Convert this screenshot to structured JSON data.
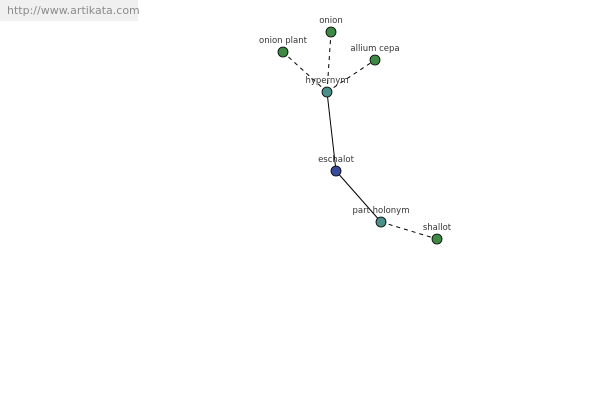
{
  "watermark": {
    "url": "http://www.artikata.com"
  },
  "colors": {
    "center": "#3a4a9a",
    "relation": "#4a8f8a",
    "leaf": "#3e8a44",
    "stroke": "#000000",
    "line": "#000000"
  },
  "graph": {
    "nodes": [
      {
        "id": "eschalot",
        "label": "eschalot",
        "kind": "center"
      },
      {
        "id": "hypernym",
        "label": "hypernym",
        "kind": "relation"
      },
      {
        "id": "part-holonym",
        "label": "part holonym",
        "kind": "relation"
      },
      {
        "id": "onion",
        "label": "onion",
        "kind": "leaf"
      },
      {
        "id": "onion-plant",
        "label": "onion plant",
        "kind": "leaf"
      },
      {
        "id": "allium-cepa",
        "label": "allium cepa",
        "kind": "leaf"
      },
      {
        "id": "shallot",
        "label": "shallot",
        "kind": "leaf"
      }
    ],
    "edges": [
      {
        "from": "eschalot",
        "to": "hypernym",
        "style": "solid"
      },
      {
        "from": "eschalot",
        "to": "part-holonym",
        "style": "solid"
      },
      {
        "from": "hypernym",
        "to": "onion",
        "style": "dashed"
      },
      {
        "from": "hypernym",
        "to": "onion-plant",
        "style": "dashed"
      },
      {
        "from": "hypernym",
        "to": "allium-cepa",
        "style": "dashed"
      },
      {
        "from": "part-holonym",
        "to": "shallot",
        "style": "dashed"
      }
    ]
  }
}
